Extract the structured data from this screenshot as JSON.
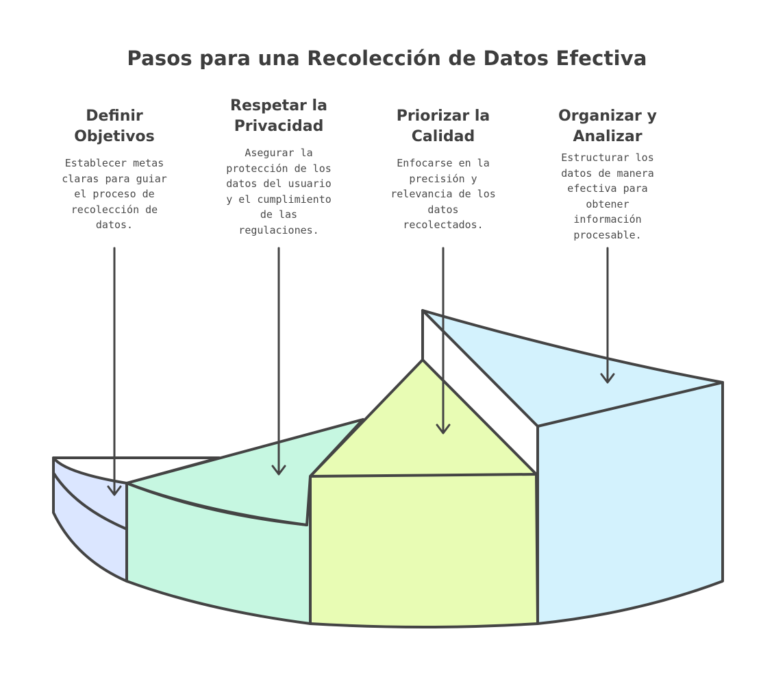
{
  "title": "Pasos para una Recolección de Datos Efectiva",
  "steps": [
    {
      "title_lines": [
        "Definir",
        "Objetivos"
      ],
      "desc_lines": [
        "Establecer metas",
        "claras para guiar",
        "el proceso de",
        "recolección de",
        "datos."
      ],
      "fill_color": "#dbe6ff"
    },
    {
      "title_lines": [
        "Respetar la",
        "Privacidad"
      ],
      "desc_lines": [
        "Asegurar la",
        "protección de los",
        "datos del usuario",
        "y el cumplimiento",
        "de las",
        "regulaciones."
      ],
      "fill_color": "#c6f7e1"
    },
    {
      "title_lines": [
        "Priorizar la",
        "Calidad"
      ],
      "desc_lines": [
        "Enfocarse en la",
        "precisión y",
        "relevancia de los",
        "datos",
        "recolectados."
      ],
      "fill_color": "#e8fcb4"
    },
    {
      "title_lines": [
        "Organizar y",
        "Analizar"
      ],
      "desc_lines": [
        "Estructurar los",
        "datos de manera",
        "efectiva para",
        "obtener",
        "información",
        "procesable."
      ],
      "fill_color": "#d3f2fd"
    }
  ],
  "stroke_color": "#444444"
}
